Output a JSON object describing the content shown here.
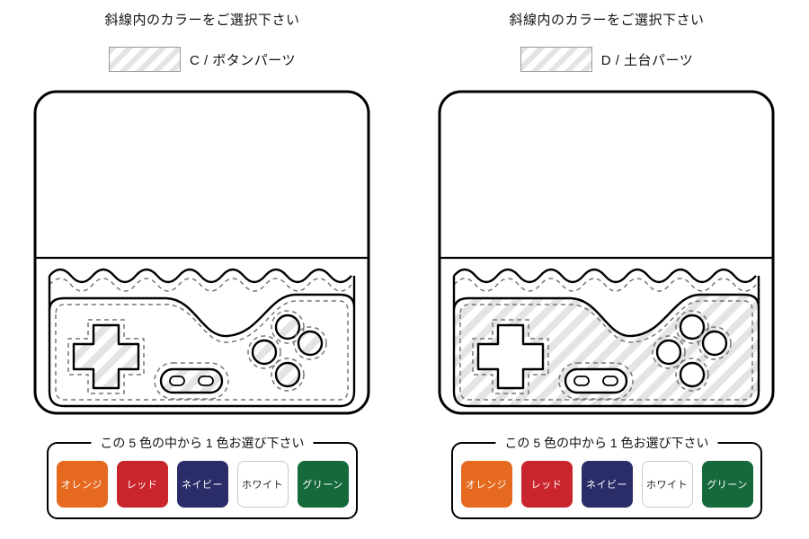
{
  "panels": [
    {
      "id": "C",
      "header": "斜線内のカラーをご選択下さい",
      "part_label": "C / ボタンパーツ",
      "hatched_part": "buttons",
      "picker_title": "この 5 色の中から 1 色お選び下さい"
    },
    {
      "id": "D",
      "header": "斜線内のカラーをご選択下さい",
      "part_label": "D / 土台パーツ",
      "hatched_part": "base",
      "picker_title": "この 5 色の中から 1 色お選び下さい"
    }
  ],
  "palette": [
    {
      "label": "オレンジ",
      "color": "#E5691E",
      "text_color": "#FFFFFF"
    },
    {
      "label": "レッド",
      "color": "#C9252C",
      "text_color": "#FFFFFF"
    },
    {
      "label": "ネイビー",
      "color": "#2B2D68",
      "text_color": "#FFFFFF"
    },
    {
      "label": "ホワイト",
      "color": "#FFFFFF",
      "text_color": "#222222"
    },
    {
      "label": "グリーン",
      "color": "#15693B",
      "text_color": "#FFFFFF"
    }
  ],
  "hatch": {
    "stripe_color": "#E4E4E4",
    "bg_color": "#FFFFFF"
  },
  "line_colors": {
    "outline": "#000000",
    "stitch": "#777777"
  }
}
